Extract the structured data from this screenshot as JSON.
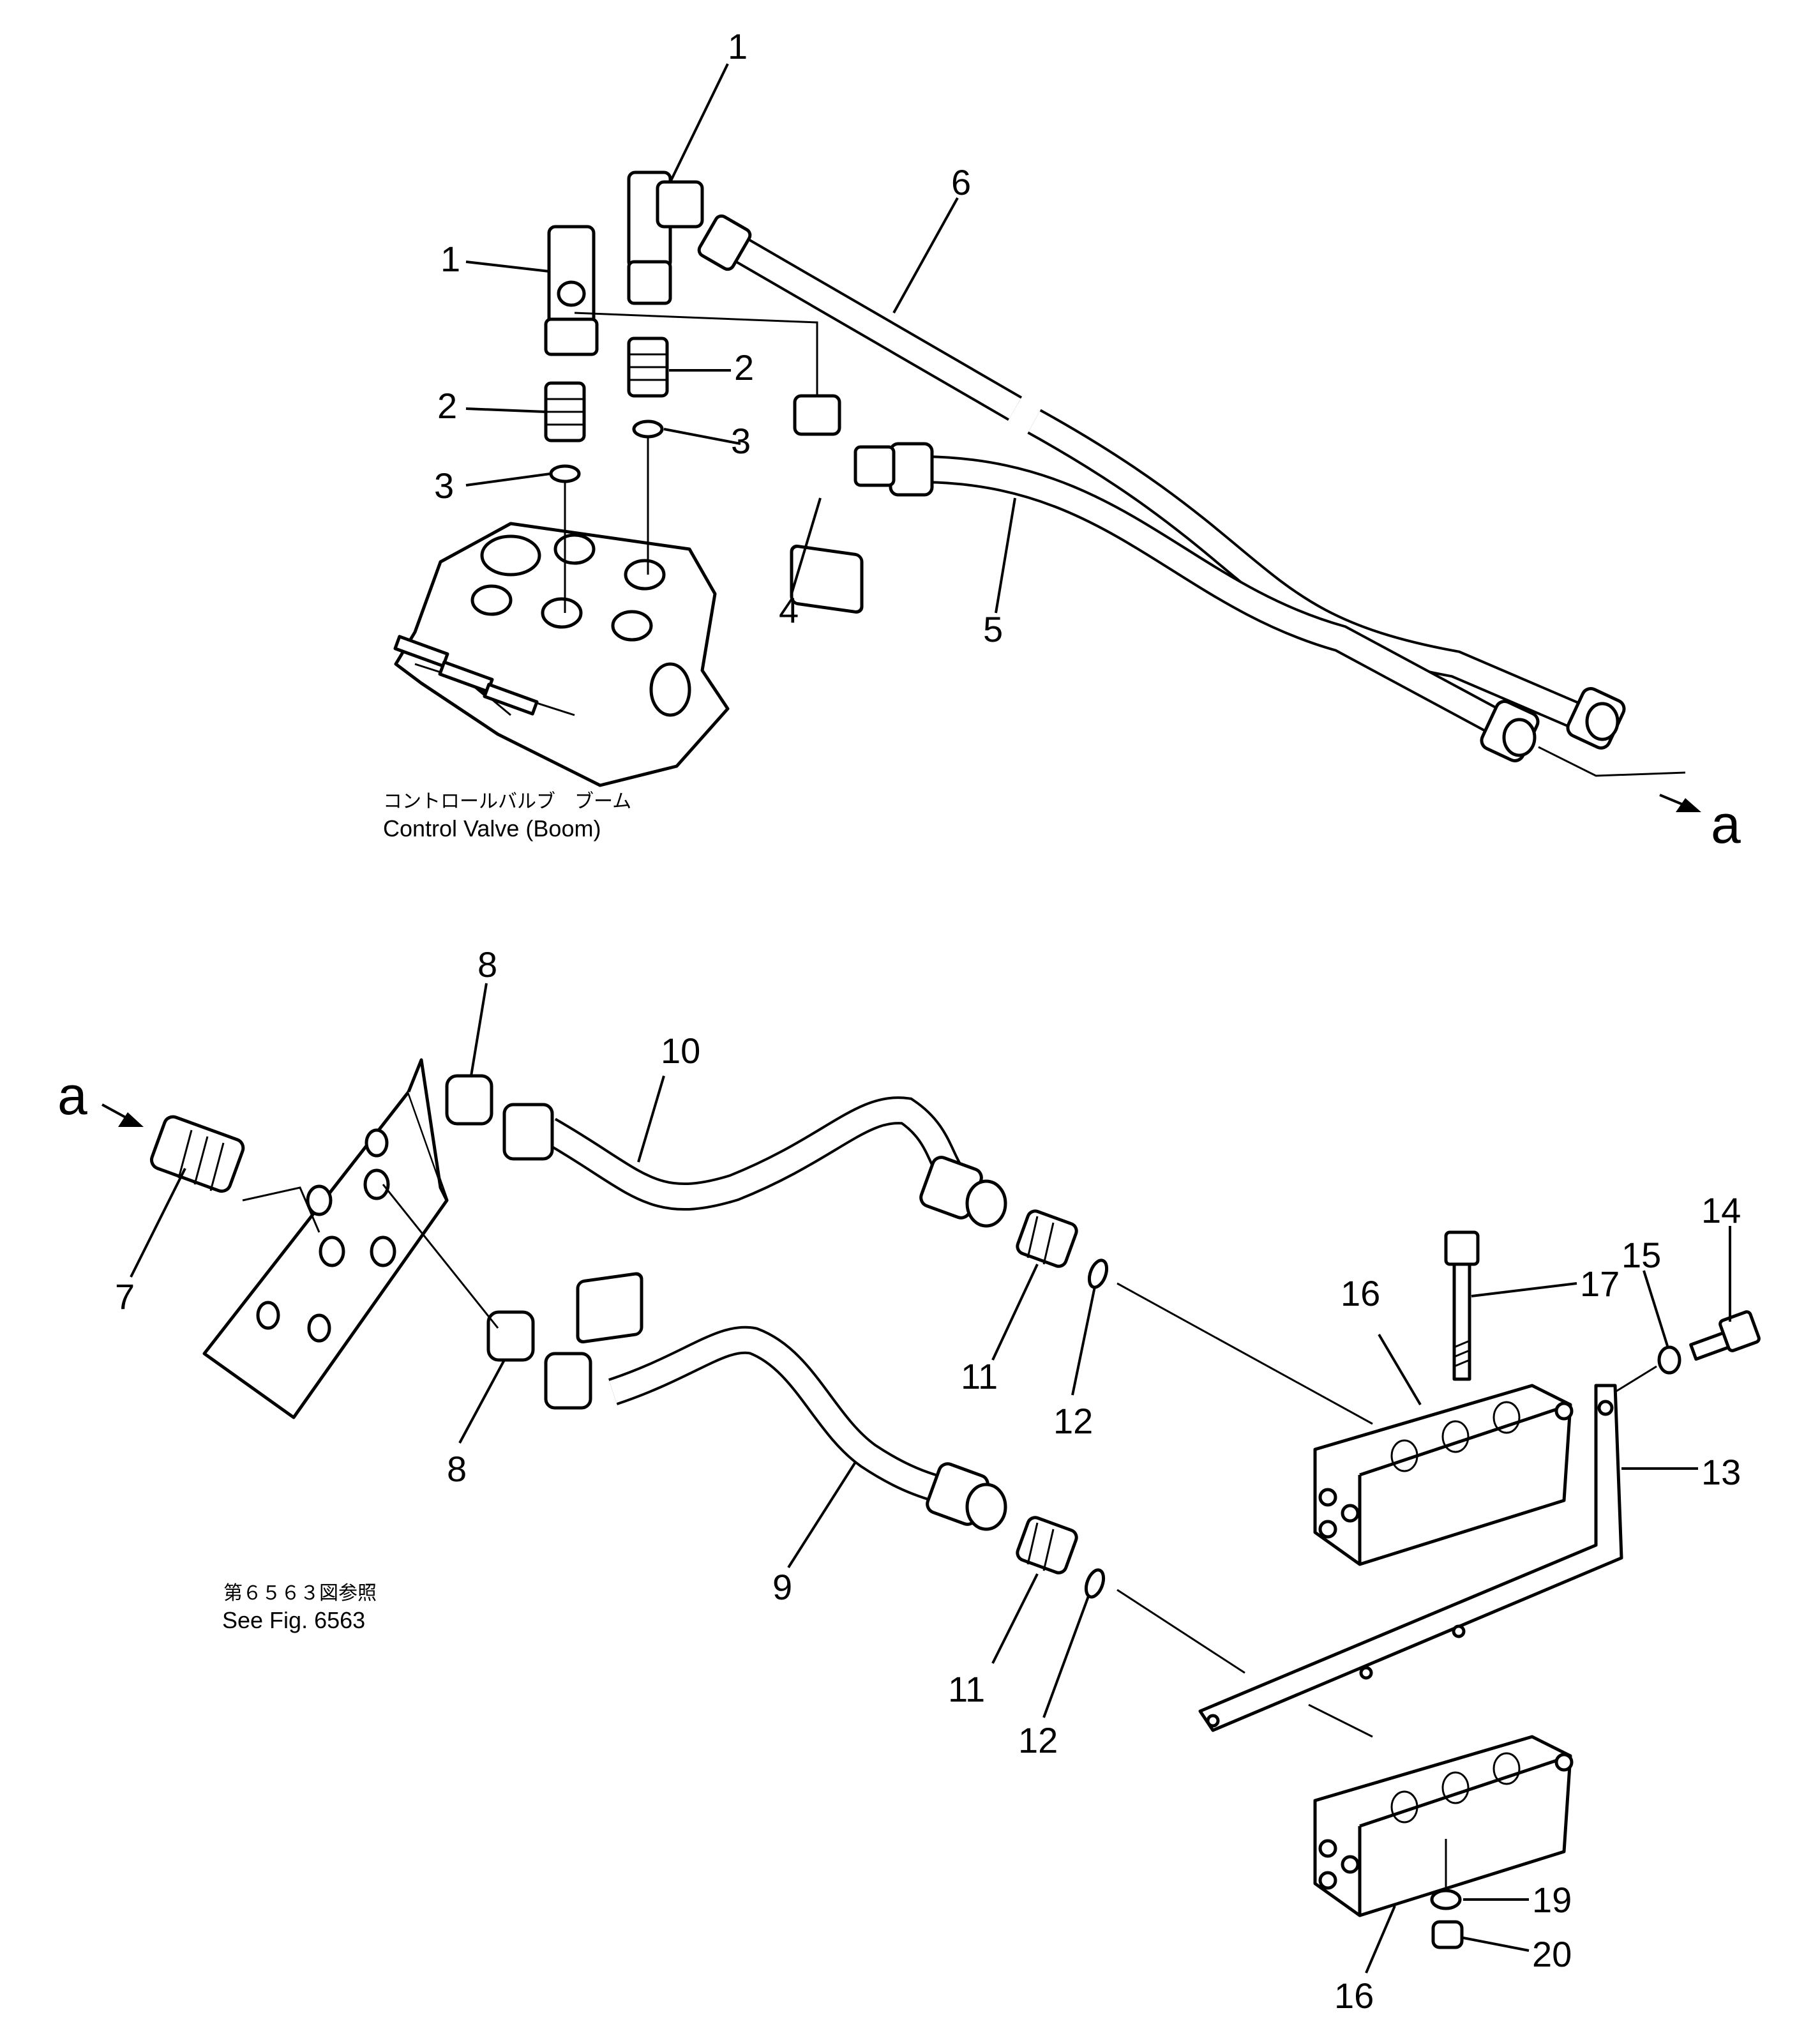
{
  "callouts": {
    "c1a": "1",
    "c1b": "1",
    "c2a": "2",
    "c2b": "2",
    "c3a": "3",
    "c3b": "3",
    "c4": "4",
    "c5": "5",
    "c6": "6",
    "c7": "7",
    "c8a": "8",
    "c8b": "8",
    "c9": "9",
    "c10": "10",
    "c11a": "11",
    "c11b": "11",
    "c12a": "12",
    "c12b": "12",
    "c13": "13",
    "c14": "14",
    "c15": "15",
    "c16a": "16",
    "c16b": "16",
    "c17": "17",
    "c19": "19",
    "c20": "20"
  },
  "connector": {
    "out": "a",
    "in": "a"
  },
  "labels": {
    "control_valve_jp": "コントロールバルブ　ブーム",
    "control_valve_en": "Control Valve (Boom)",
    "see_fig_jp": "第６５６３図参照",
    "see_fig_en": "See Fig. 6563"
  }
}
